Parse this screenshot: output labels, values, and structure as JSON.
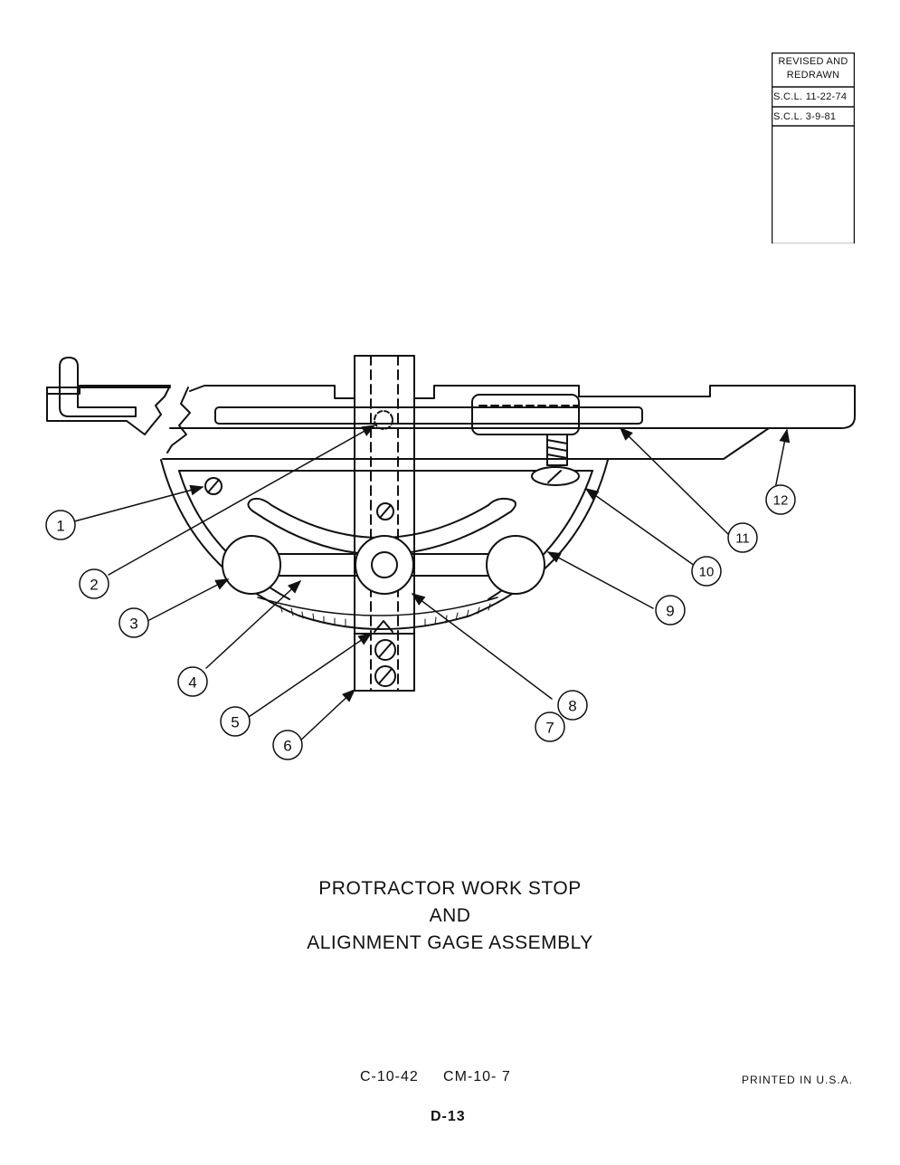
{
  "revision_block": {
    "header_line1": "REVISED AND",
    "header_line2": "REDRAWN",
    "rows": [
      "S.C.L. 11-22-74",
      "S.C.L. 3-9-81"
    ]
  },
  "callouts": [
    "1",
    "2",
    "3",
    "4",
    "5",
    "6",
    "7",
    "8",
    "9",
    "10",
    "11",
    "12"
  ],
  "title": {
    "line1": "PROTRACTOR WORK STOP",
    "line2": "AND",
    "line3": "ALIGNMENT GAGE ASSEMBLY"
  },
  "footer": {
    "codes": "C-10-42     CM-10- 7",
    "printed": "PRINTED IN U.S.A.",
    "page": "D-13"
  },
  "colors": {
    "ink": "#111111",
    "paper": "#ffffff"
  }
}
